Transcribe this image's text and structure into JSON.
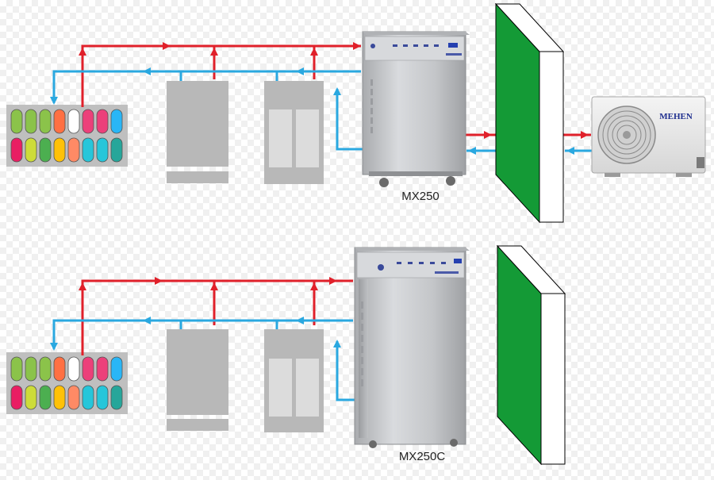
{
  "colors": {
    "hot_line": "#e0202a",
    "cold_line": "#2aa8e0",
    "panel_green": "#149a36",
    "cabinet_gray": "#b8b8b8",
    "chiller_steel": "#c9cbce",
    "tray_bg": "#bfbfbf"
  },
  "systems": [
    {
      "id": "top",
      "unit_label": "MX250",
      "has_outdoor_unit": true
    },
    {
      "id": "bottom",
      "unit_label": "MX250C",
      "has_outdoor_unit": false
    }
  ],
  "outdoor_unit": {
    "brand": "MEHEN"
  },
  "tray": {
    "row1": [
      "#8bc34a",
      "#8bc34a",
      "#8bc34a",
      "#ff7043",
      "#ffffff",
      "#ec407a",
      "#ec407a",
      "#29b6f6"
    ],
    "row2": [
      "#e91e63",
      "#cddc39",
      "#4caf50",
      "#ffc107",
      "#ff8a65",
      "#26c6da",
      "#26c6da",
      "#26a69a"
    ]
  },
  "icons": [
    "fan-grille-icon",
    "control-knob-icon"
  ]
}
